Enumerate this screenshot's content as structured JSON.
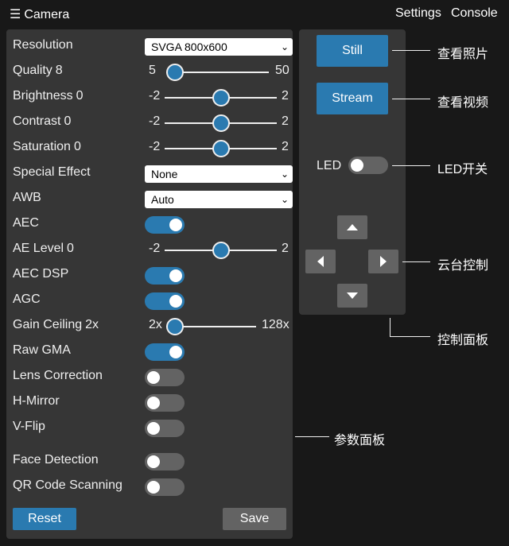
{
  "header": {
    "menu_icon": "☰",
    "title": "Camera",
    "nav": [
      "Settings",
      "Console"
    ]
  },
  "settings": {
    "resolution": {
      "label": "Resolution",
      "selected": "SVGA 800x600"
    },
    "quality": {
      "label": "Quality",
      "value": 8,
      "min": "5",
      "max": "50"
    },
    "brightness": {
      "label": "Brightness",
      "value": 0,
      "min": "-2",
      "max": "2"
    },
    "contrast": {
      "label": "Contrast",
      "value": 0,
      "min": "-2",
      "max": "2"
    },
    "saturation": {
      "label": "Saturation",
      "value": 0,
      "min": "-2",
      "max": "2"
    },
    "special_effect": {
      "label": "Special Effect",
      "selected": "None"
    },
    "awb": {
      "label": "AWB",
      "selected": "Auto"
    },
    "aec": {
      "label": "AEC",
      "on": true
    },
    "ae_level": {
      "label": "AE Level",
      "value": 0,
      "min": "-2",
      "max": "2"
    },
    "aec_dsp": {
      "label": "AEC DSP",
      "on": true
    },
    "agc": {
      "label": "AGC",
      "on": true
    },
    "gain_ceiling": {
      "label": "Gain Ceiling",
      "value": "2x",
      "min": "2x",
      "max": "128x"
    },
    "raw_gma": {
      "label": "Raw GMA",
      "on": true
    },
    "lens_correction": {
      "label": "Lens Correction",
      "on": false
    },
    "h_mirror": {
      "label": "H-Mirror",
      "on": false
    },
    "v_flip": {
      "label": "V-Flip",
      "on": false
    },
    "face_detection": {
      "label": "Face Detection",
      "on": false
    },
    "qr_scanning": {
      "label": "QR Code Scanning",
      "on": false
    },
    "reset_label": "Reset",
    "save_label": "Save"
  },
  "controls": {
    "still_label": "Still",
    "stream_label": "Stream",
    "led": {
      "label": "LED",
      "on": false
    },
    "arrows": [
      "arrow-up-icon",
      "arrow-left-icon",
      "arrow-right-icon",
      "arrow-down-icon"
    ]
  },
  "annotations": {
    "still": "查看照片",
    "stream": "查看视频",
    "led": "LED开关",
    "ptz": "云台控制",
    "control_panel": "控制面板",
    "param_panel": "参数面板"
  },
  "colors": {
    "background": "#181818",
    "panel": "#363636",
    "accent": "#2a7ab0",
    "inactive": "#636363",
    "text": "#efefef"
  }
}
